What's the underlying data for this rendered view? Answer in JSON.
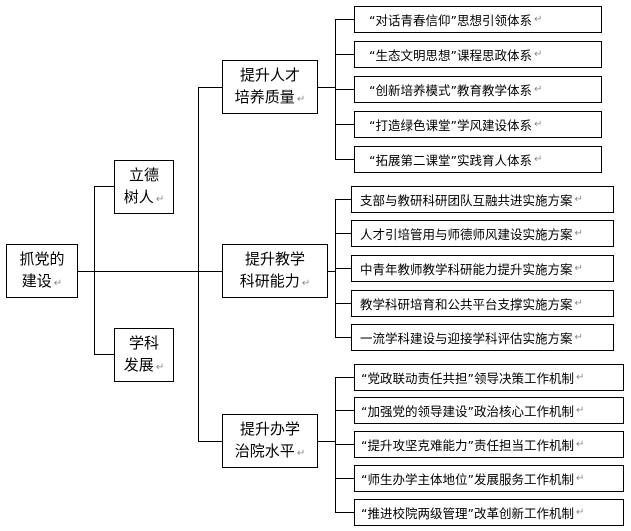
{
  "root": {
    "line1": "抓党的",
    "line2": "建设"
  },
  "branches": [
    {
      "line1": "立德",
      "line2": "树人"
    },
    {
      "line1": "学科",
      "line2": "发展"
    }
  ],
  "groups": [
    {
      "line1": "提升人才",
      "line2": "培养质量",
      "items": [
        "“对话青春信仰”思想引领体系",
        "“生态文明思想”课程思政体系",
        "“创新培养模式”教育教学体系",
        "“打造绿色课堂”学风建设体系",
        "“拓展第二课堂”实践育人体系"
      ]
    },
    {
      "line1": "提升教学",
      "line2": "科研能力",
      "items": [
        "支部与教研科研团队互融共进实施方案",
        "人才引培管用与师德师风建设实施方案",
        "中青年教师教学科研能力提升实施方案",
        "教学科研培育和公共平台支撑实施方案",
        "一流学科建设与迎接学科评估实施方案"
      ]
    },
    {
      "line1": "提升办学",
      "line2": "治院水平",
      "items": [
        "“党政联动责任共担”领导决策工作机制",
        "“加强党的领导建设”政治核心工作机制",
        "“提升攻坚克难能力”责任担当工作机制",
        "“师生办学主体地位”发展服务工作机制",
        "“推进校院两级管理”改革创新工作机制"
      ]
    }
  ],
  "paragraph_mark": "↵"
}
